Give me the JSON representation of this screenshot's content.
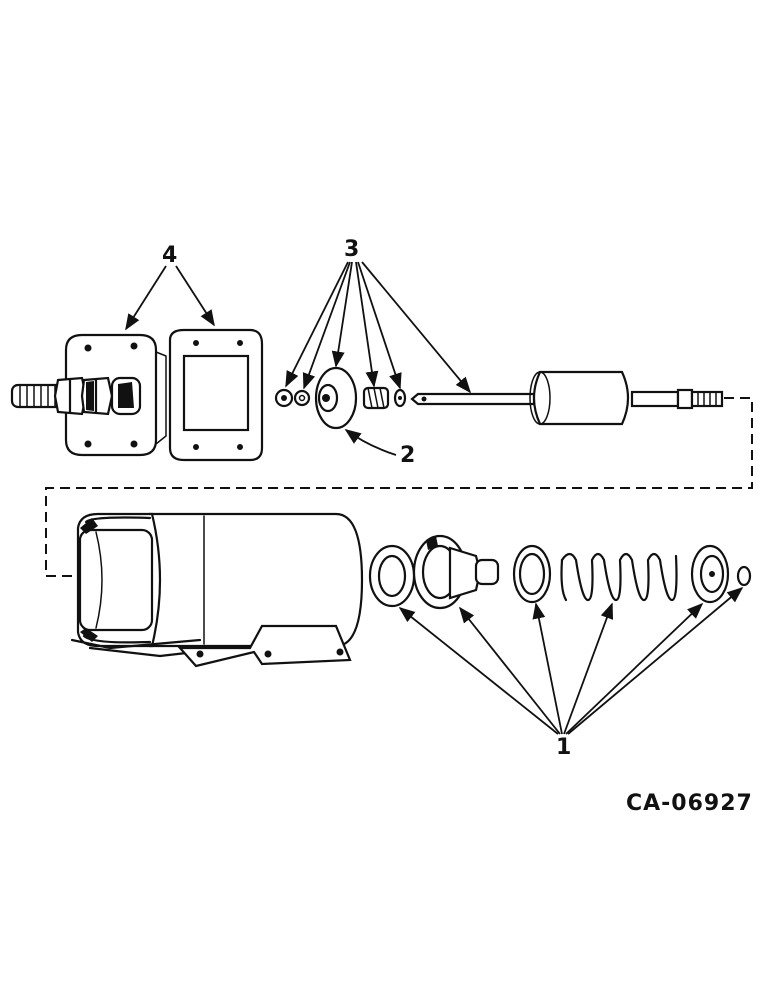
{
  "figure_code": "CA-06927",
  "callouts": {
    "c1": "1",
    "c2": "2",
    "c3": "3",
    "c4": "4"
  }
}
